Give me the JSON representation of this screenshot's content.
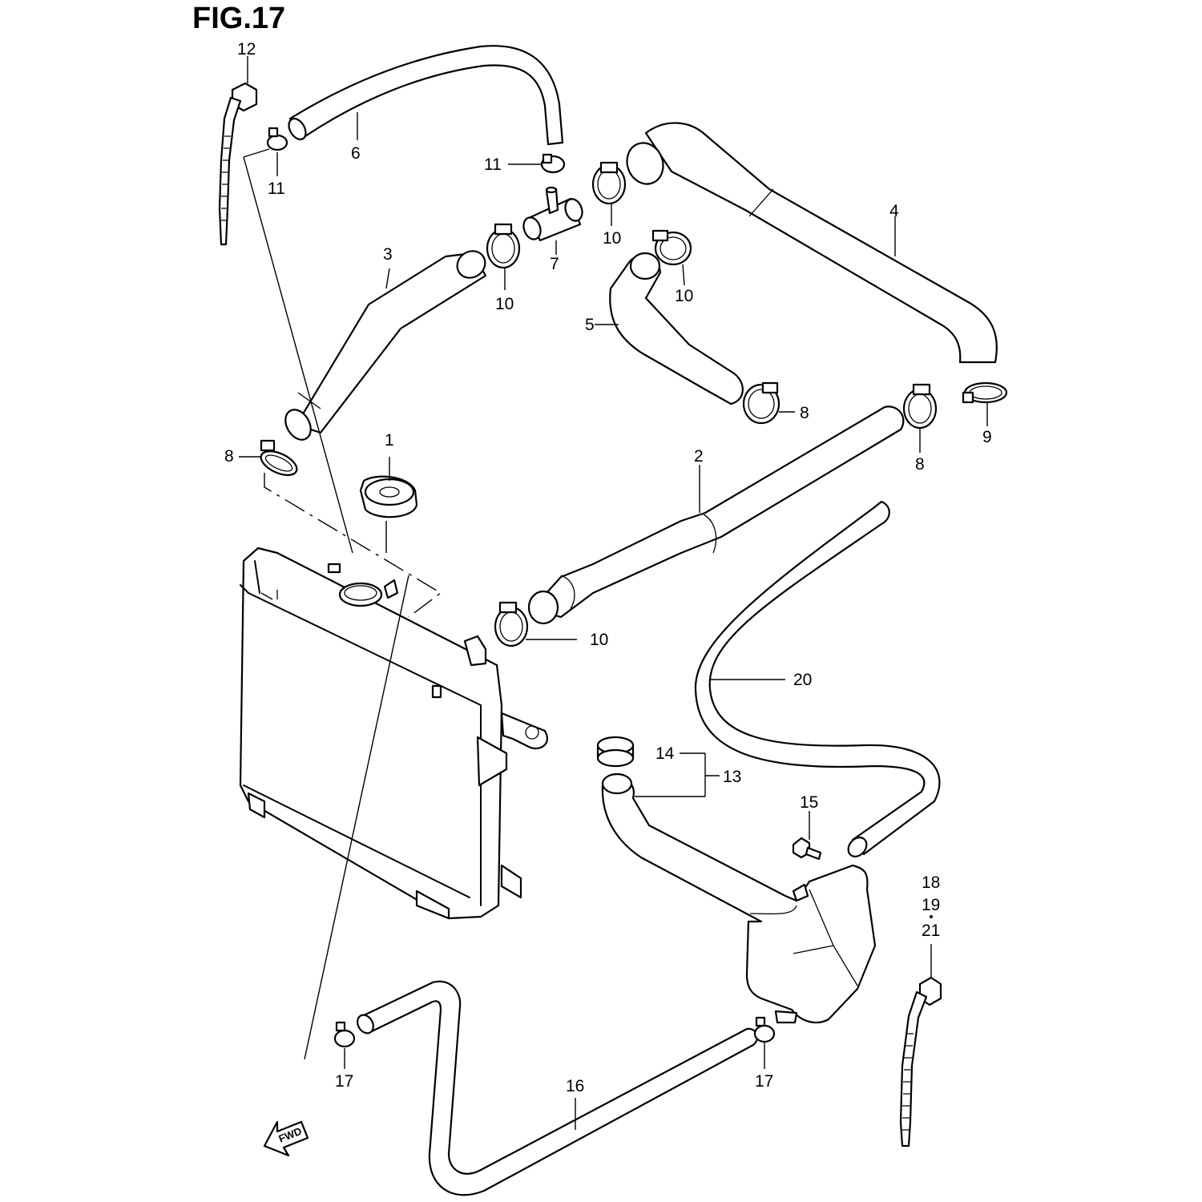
{
  "figure": {
    "title": "FIG.17",
    "fwd_label": "FWD"
  },
  "callouts": {
    "c1": "1",
    "c2": "2",
    "c3": "3",
    "c4": "4",
    "c5": "5",
    "c6": "6",
    "c7": "7",
    "c8a": "8",
    "c8b": "8",
    "c8c": "8",
    "c9": "9",
    "c10a": "10",
    "c10b": "10",
    "c10c": "10",
    "c10d": "10",
    "c11a": "11",
    "c11b": "11",
    "c12": "12",
    "c13": "13",
    "c14": "14",
    "c15": "15",
    "c16": "16",
    "c17a": "17",
    "c17b": "17",
    "c18": "18",
    "c19": "19",
    "c21": "21",
    "c20": "20"
  }
}
